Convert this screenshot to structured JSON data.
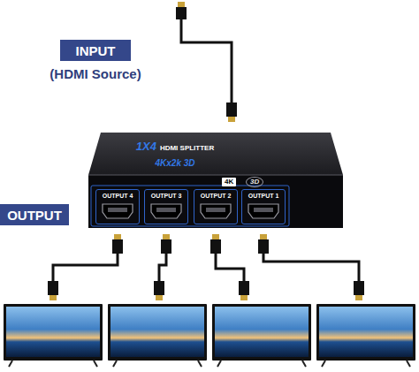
{
  "diagram": {
    "nodes": [
      {
        "text": [
          "INPUT",
          "(HDMI Source)"
        ]
      },
      {
        "text": [
          "1X4",
          "HDMI SPLITTER",
          "4Kx2k 3D"
        ]
      },
      {
        "text": [
          "OUTPUT 4"
        ],
        "in": 1
      },
      {
        "text": [
          "OUTPUT 3"
        ],
        "in": 1
      },
      {
        "text": [
          "OUTPUT 2"
        ],
        "in": 1
      },
      {
        "text": [
          "OUTPUT 1"
        ],
        "in": 1
      },
      {
        "text": [
          "OUTPUT"
        ]
      }
    ],
    "labels": [
      "4K",
      "3D"
    ]
  }
}
